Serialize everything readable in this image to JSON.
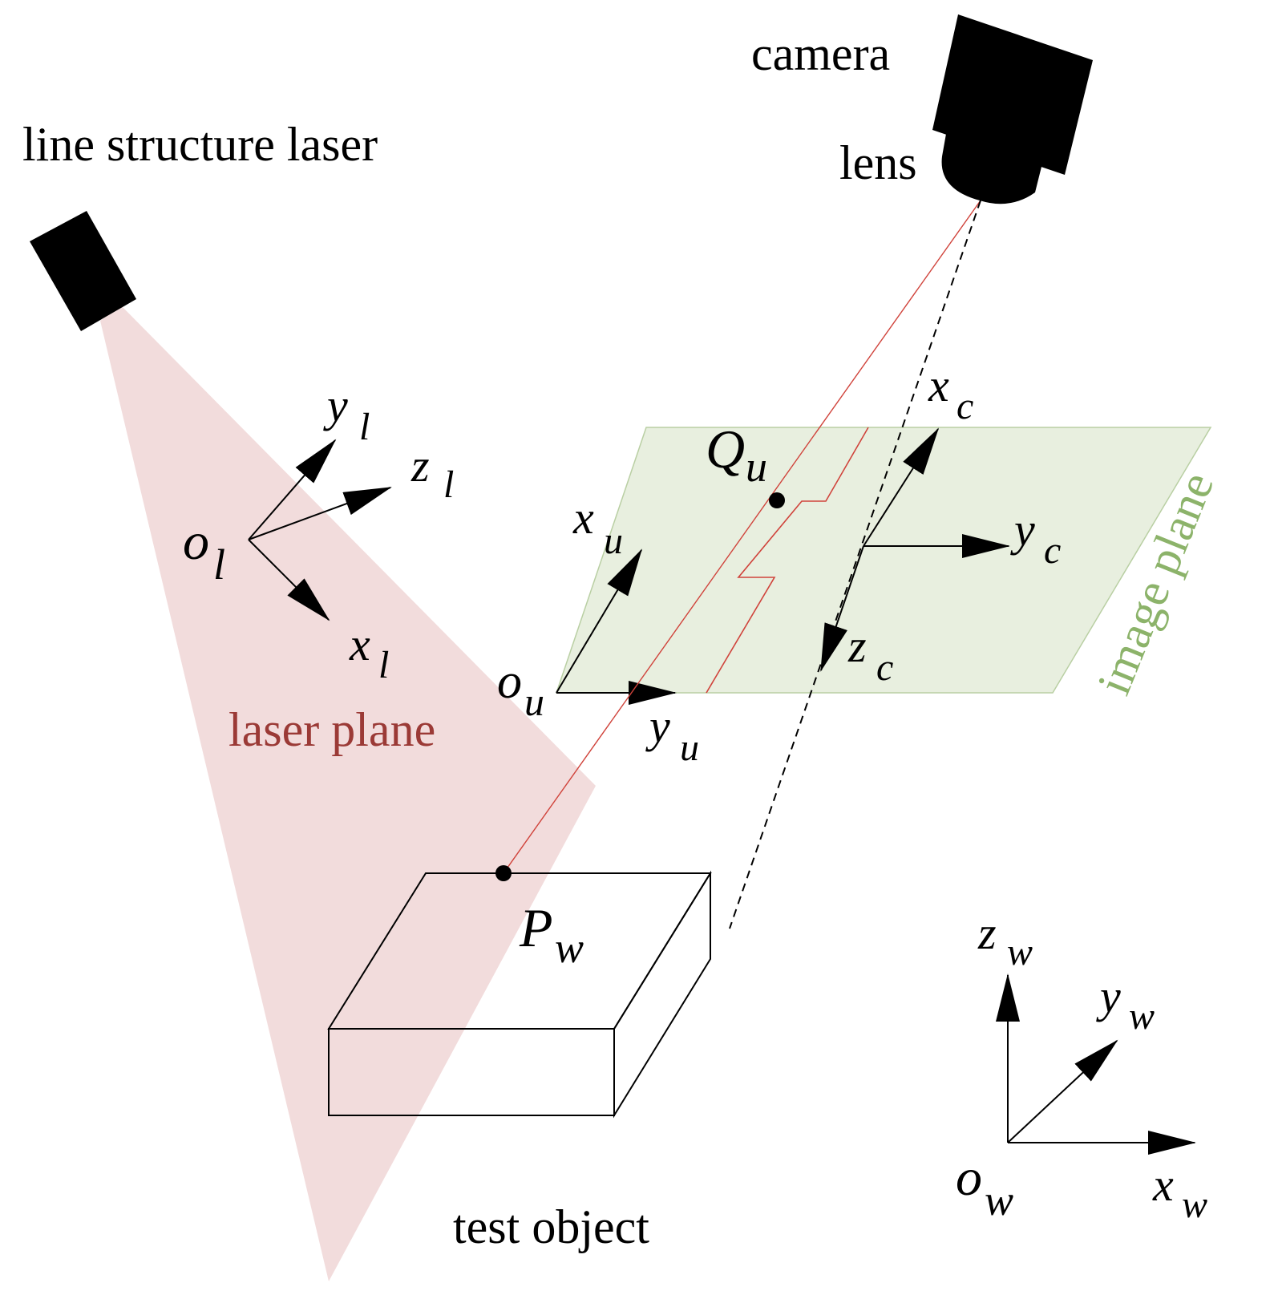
{
  "labels": {
    "camera": "camera",
    "lens": "lens",
    "laser_device": "line structure laser",
    "laser_plane": "laser plane",
    "image_plane": "image plane",
    "test_object": "test object"
  },
  "points": {
    "Q": "Q",
    "Q_sub": "u",
    "P": "P",
    "P_sub": "w"
  },
  "laser_axes": {
    "o": "o",
    "x": "x",
    "y": "y",
    "z": "z",
    "sub": "l"
  },
  "image_axes": {
    "o": "o",
    "x": "x",
    "y": "y",
    "sub": "u"
  },
  "camera_axes": {
    "x": "x",
    "y": "y",
    "z": "z",
    "sub": "c"
  },
  "world_axes": {
    "o": "o",
    "x": "x",
    "y": "y",
    "z": "z",
    "sub": "w"
  },
  "colors": {
    "laser_plane_fill": "#f2dcdc",
    "laser_plane_text": "#9b3a36",
    "image_plane_fill": "#e8efdf",
    "image_plane_edge": "#b9cfa3",
    "image_plane_text": "#8cb36a",
    "laser_ray": "#d0433b",
    "ink": "#000000"
  }
}
